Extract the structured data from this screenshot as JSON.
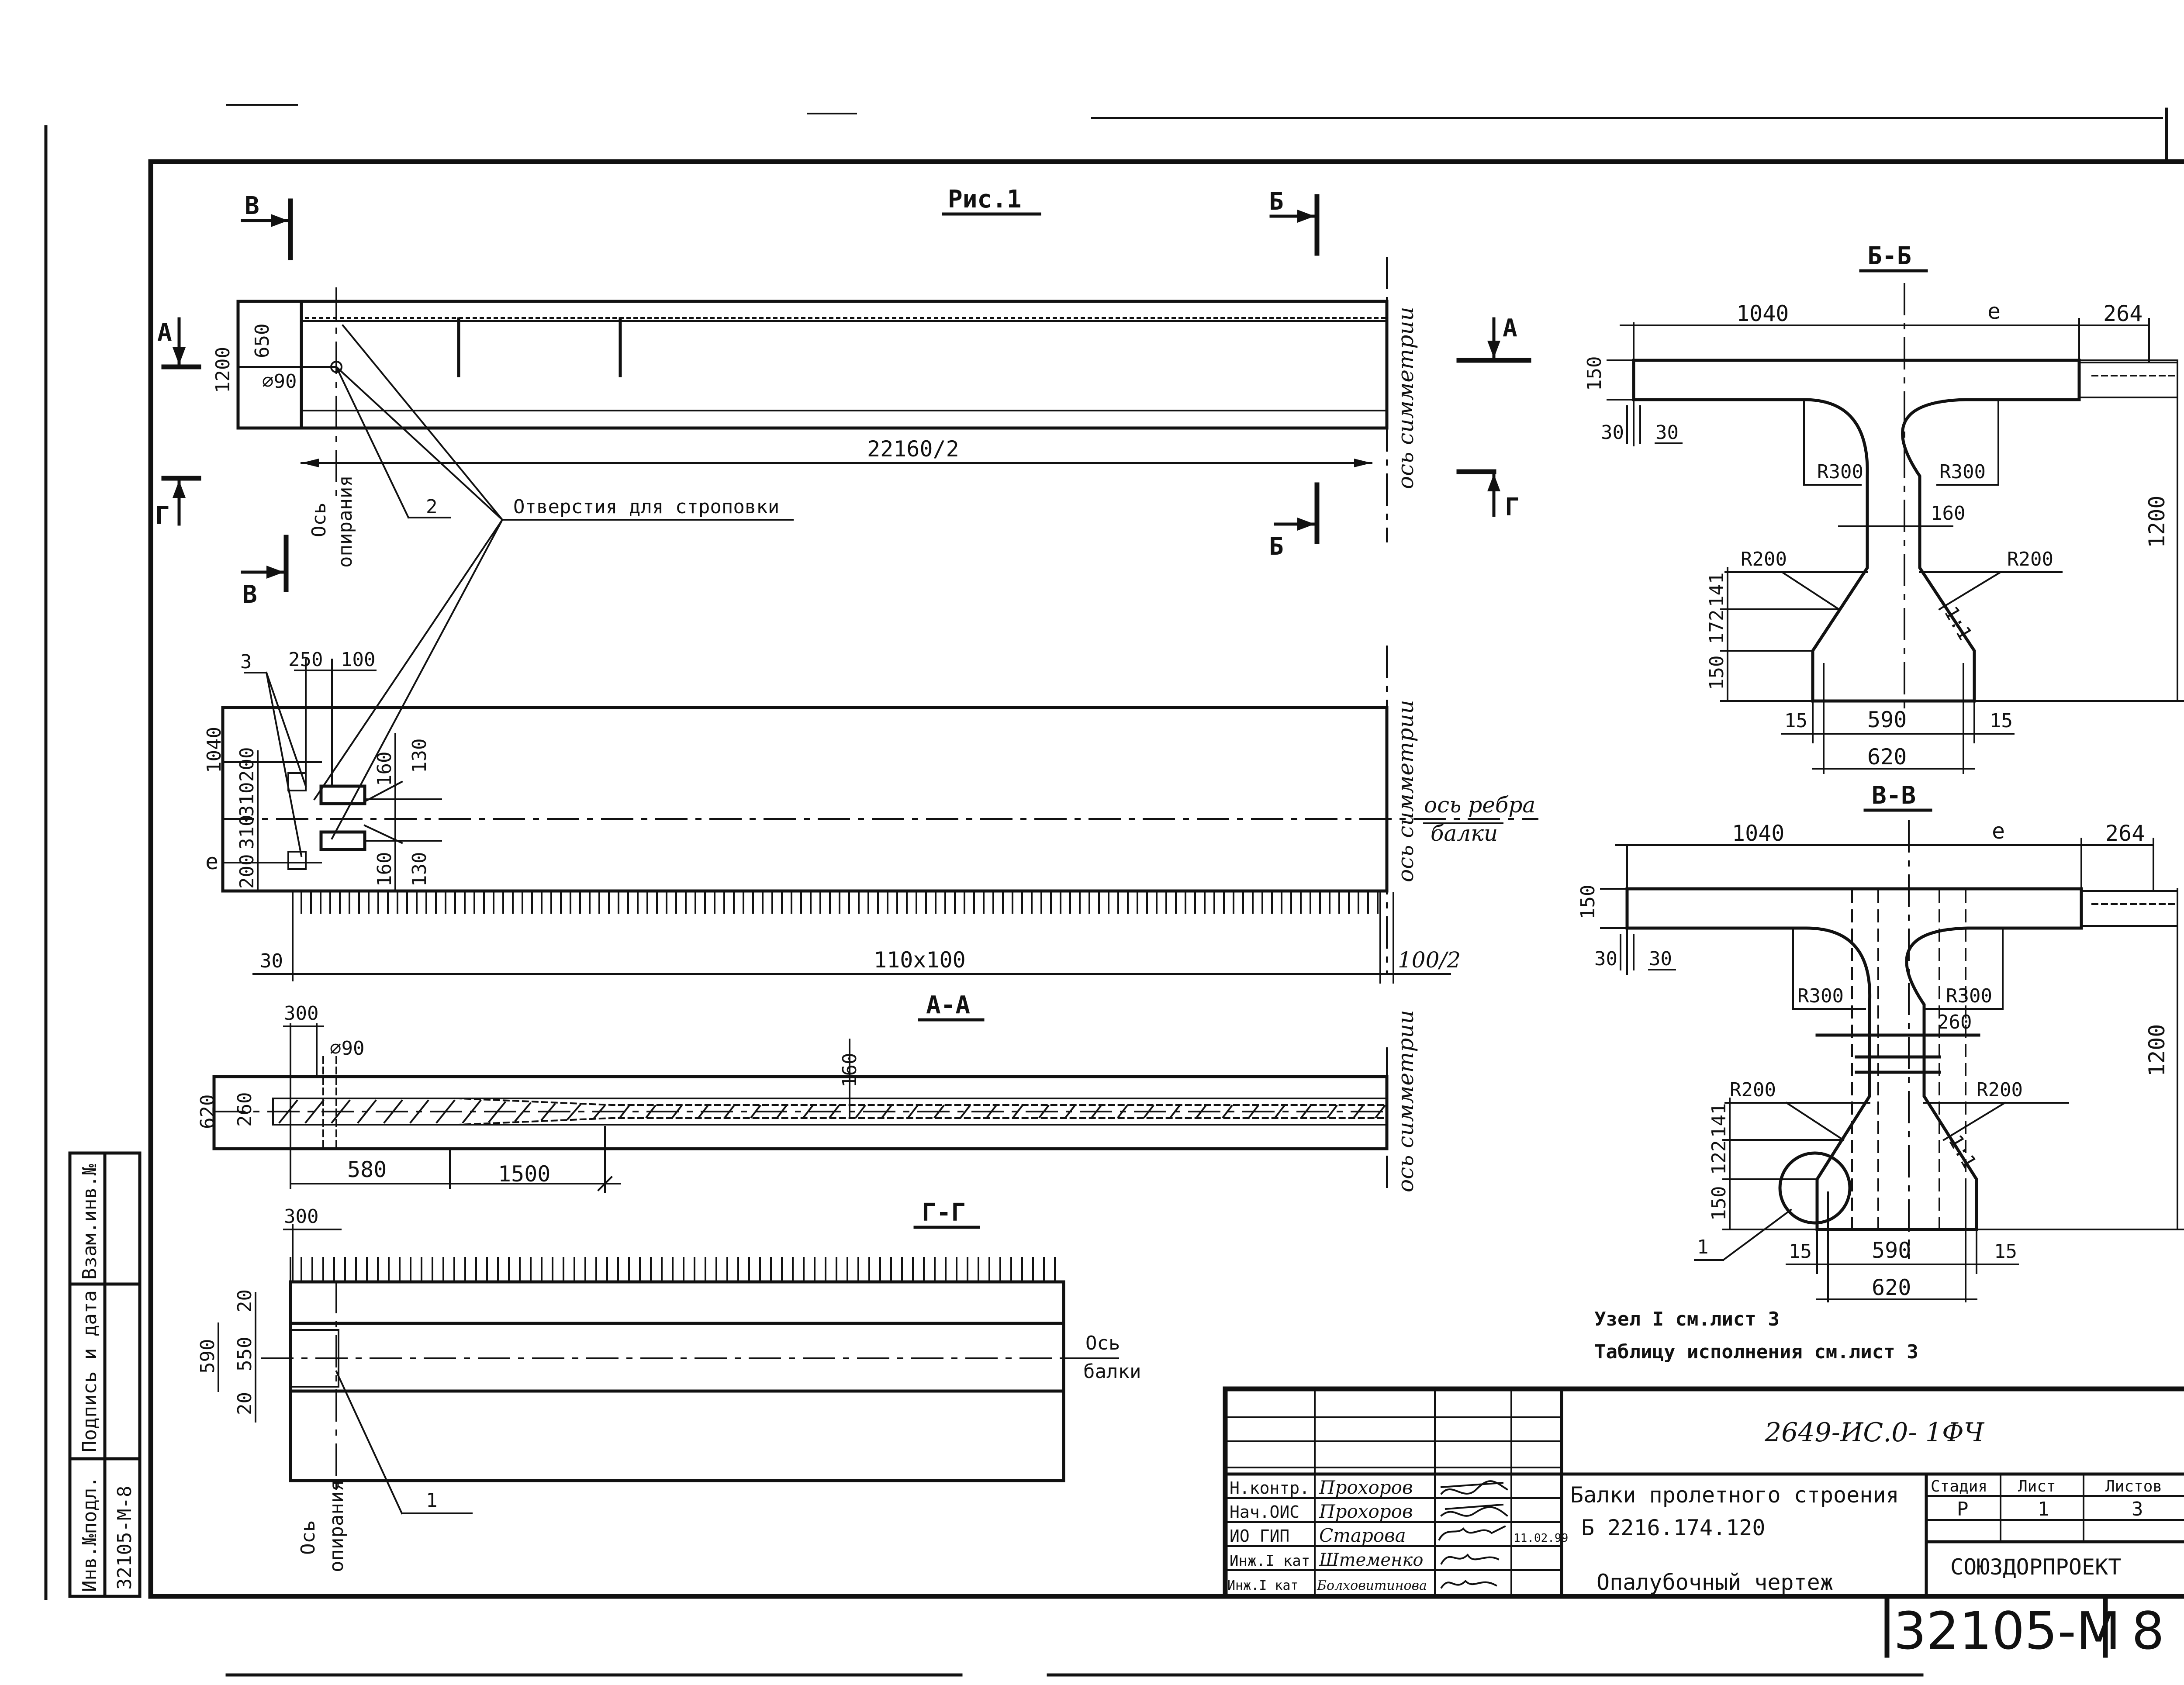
{
  "sheet_corner_number": "8",
  "figure_title": "Рис.1",
  "cut_labels": {
    "b": "Б",
    "v": "В",
    "a": "А",
    "g": "Г"
  },
  "plan": {
    "height": "1200",
    "upper": "650",
    "hole_dia": "⌀90",
    "half_length": "22160/2",
    "support_axis": [
      "Ось",
      "опирания"
    ],
    "symmetry_axis": "ось симметрии",
    "callout_2": "2",
    "lifting_holes": "Отверстия для строповки"
  },
  "top_view": {
    "callout_3": "3",
    "dims_top": [
      "250",
      "100"
    ],
    "width": "1040",
    "left_dims": [
      "200",
      "310",
      "310",
      "200"
    ],
    "ecc": "e",
    "dim_160": "160",
    "dim_130": "130",
    "web_axis": [
      "ось ребра",
      "балки"
    ],
    "symmetry_axis": "ось симметрии",
    "edge": "30",
    "pitch": "110x100",
    "half_pitch": "100/2"
  },
  "section_aa": {
    "title": "А-А",
    "d300": "300",
    "hole": "⌀90",
    "h620": "620",
    "h260": "260",
    "d160": "160",
    "d580": "580",
    "d1500": "1500",
    "symmetry_axis": "ось симметрии"
  },
  "section_gg": {
    "title": "Г-Г",
    "d300": "300",
    "d20": "20",
    "d550": "550",
    "d590": "590",
    "beam_axis": [
      "Ось",
      "балки"
    ],
    "support_axis": [
      "Ось",
      "опирания"
    ],
    "callout_1": "1"
  },
  "section_bb": {
    "title": "Б-Б",
    "d1040": "1040",
    "ecc": "e",
    "d264": "264",
    "d150": "150",
    "d30a": "30",
    "d30b": "30",
    "r300": "R300",
    "d160": "160",
    "r200": "R200",
    "slope": "1:1",
    "left_dims": [
      "141",
      "172",
      "150"
    ],
    "h1200": "1200",
    "d15": "15",
    "d590": "590",
    "d620": "620"
  },
  "section_vv": {
    "title": "В-В",
    "d1040": "1040",
    "ecc": "e",
    "d264": "264",
    "d150": "150",
    "d30a": "30",
    "d30b": "30",
    "r300": "R300",
    "d260": "260",
    "r200": "R200",
    "slope": "1:1",
    "left_dims": [
      "141",
      "122",
      "150"
    ],
    "h1200": "1200",
    "d15": "15",
    "d590": "590",
    "d620": "620",
    "callout_1": "1"
  },
  "notes": [
    "Узел I см.лист 3",
    "Таблицу исполнения см.лист 3"
  ],
  "side_stamp": [
    "Инв.№подл.",
    "Подпись и дата",
    "Взам.инв.№",
    "32105-М-8"
  ],
  "title_block": {
    "code": "2649-ИС.0- 1ФЧ",
    "title_line1": "Балки пролетного строения",
    "title_line2": "Б 2216.174.120",
    "doc_type": "Опалубочный чертеж",
    "org": "СОЮЗДОРПРОЕКТ",
    "stage_header": "Стадия",
    "sheet_header": "Лист",
    "sheets_header": "Листов",
    "stage": "Р",
    "sheet": "1",
    "sheets": "3",
    "date": "11.02.99",
    "roles": [
      {
        "role": "Н.контр.",
        "name": "Прохоров"
      },
      {
        "role": "Нач.ОИС",
        "name": "Прохоров"
      },
      {
        "role": "ИО ГИП",
        "name": "Старова"
      },
      {
        "role": "Инж.I кат",
        "name": "Штеменко"
      },
      {
        "role": "Инж.I кат",
        "name": "Болховитинова"
      }
    ]
  },
  "archive_number": "32105-М",
  "archive_sheet": "8"
}
